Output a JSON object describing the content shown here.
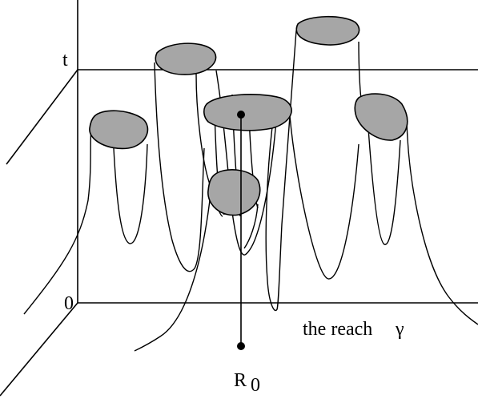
{
  "labels": {
    "time": "t",
    "zero": "0",
    "reach": "the reach",
    "gamma": "γ",
    "point_main": "R",
    "point_sub": "0"
  },
  "colors": {
    "disk_fill": "#a6a6a6",
    "ink": "#000000"
  }
}
